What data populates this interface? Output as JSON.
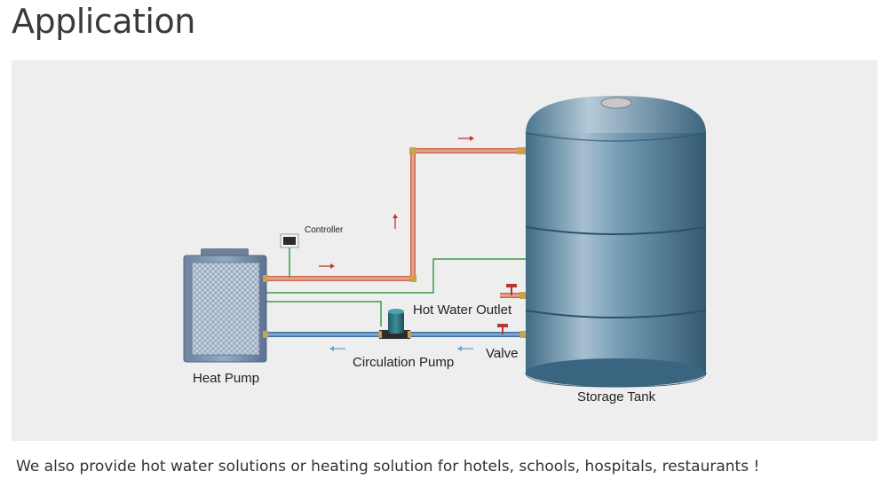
{
  "page": {
    "title": "Application",
    "caption": "We also provide hot water solutions or heating solution for hotels, schools, hospitals, restaurants !"
  },
  "diagram": {
    "labels": {
      "controller": "Controller",
      "hot_water_outlet": "Hot Water Outlet",
      "circulation_pump": "Circulation Pump",
      "valve": "Valve",
      "heat_pump": "Heat Pump",
      "storage_tank": "Storage Tank"
    },
    "colors": {
      "hot_pipe": "#e07f66",
      "cold_pipe": "#5d8ec2",
      "signal_wire": "#3f9a4a",
      "tank": "#5f8aa3",
      "heat_pump_body": "#7d94b1",
      "arrow_hot": "#c0392b",
      "arrow_cold": "#6aa2cf"
    }
  }
}
